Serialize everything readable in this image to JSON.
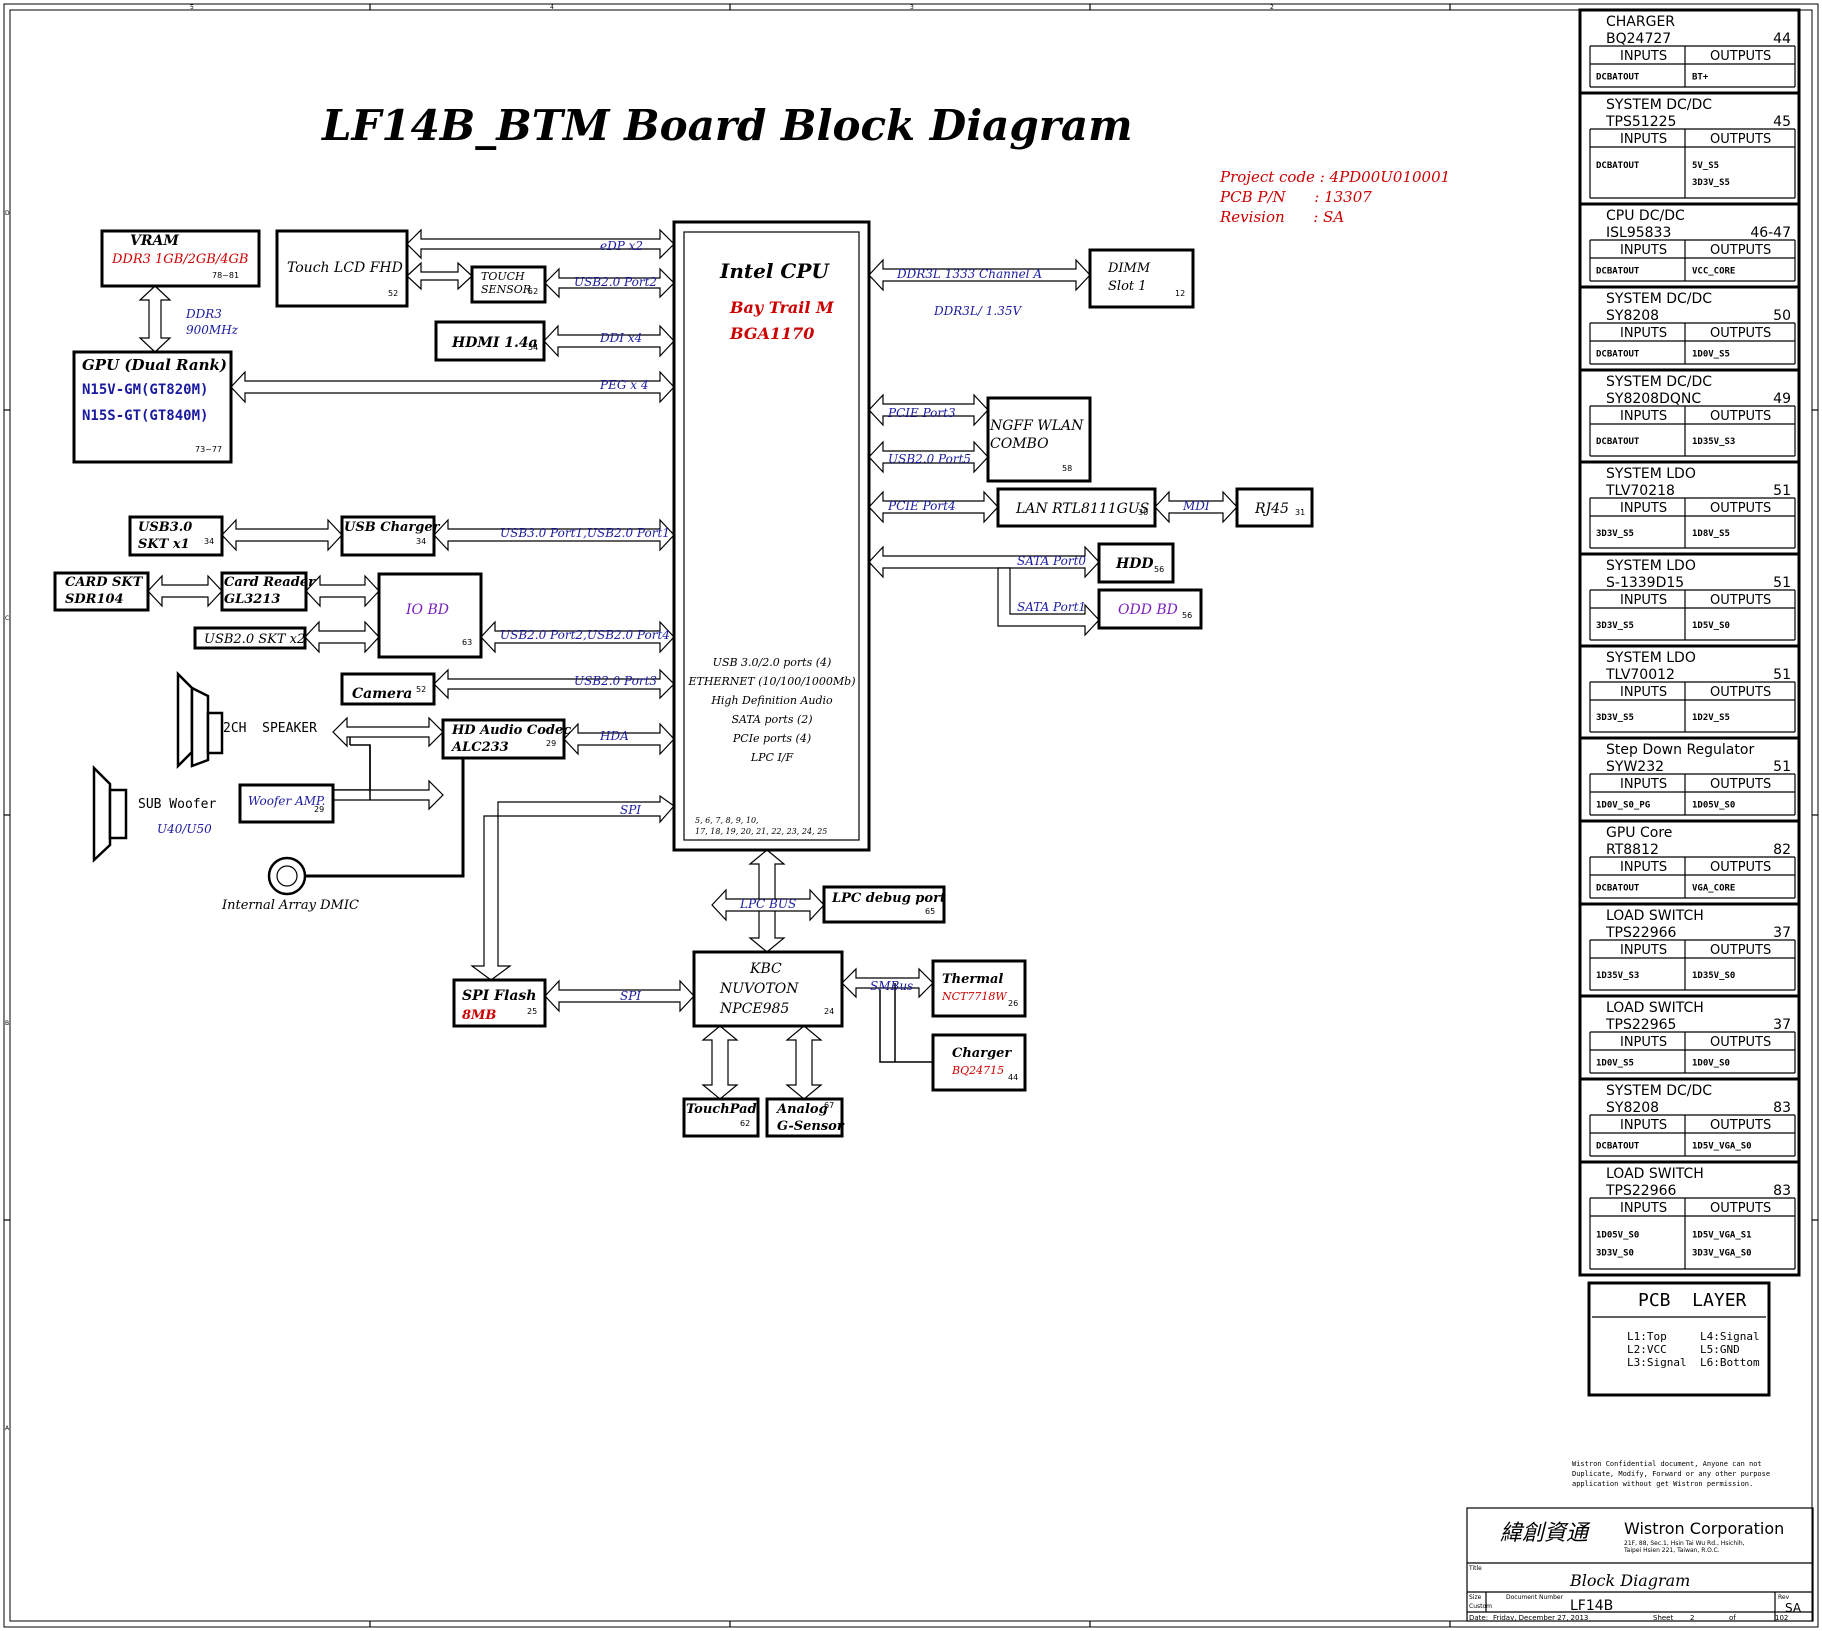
{
  "title": "LF14B_BTM  Board Block Diagram",
  "project_info": [
    "Project code : 4PD00U010001",
    "PCB P/N      : 13307",
    "Revision      : SA"
  ],
  "border_cols": [
    "5",
    "4",
    "3",
    "2"
  ],
  "border_rows": [
    "D",
    "C",
    "B",
    "A"
  ],
  "blocks": {
    "vram": {
      "title": "VRAM",
      "sub": "DDR3 1GB/2GB/4GB",
      "page": "78~81"
    },
    "ddr3_link": [
      "DDR3",
      "900MHz"
    ],
    "gpu": {
      "title": "GPU (Dual Rank)",
      "line1": "N15V-GM(GT820M)",
      "line2": "N15S-GT(GT840M)",
      "page": "73~77"
    },
    "touch_lcd": {
      "title": "Touch LCD FHD",
      "page": "52"
    },
    "touch_sensor": {
      "line1": "TOUCH",
      "line2": "SENSOR",
      "page": "52"
    },
    "hdmi": {
      "title": "HDMI 1.4a",
      "page": "54"
    },
    "cpu": {
      "title": "Intel CPU",
      "line1": "Bay Trail M",
      "line2": "BGA1170",
      "features": [
        "USB 3.0/2.0 ports (4)",
        "ETHERNET (10/100/1000Mb)",
        "High Definition Audio",
        "SATA ports (2)",
        "PCIe ports (4)",
        "LPC I/F"
      ],
      "pages": [
        "5, 6, 7, 8, 9, 10,",
        "17, 18, 19, 20, 21, 22, 23, 24, 25"
      ]
    },
    "dimm": {
      "line1": "DIMM",
      "line2": "Slot 1",
      "page": "12"
    },
    "ngff": {
      "line1": "NGFF WLAN",
      "line2": "COMBO",
      "page": "58"
    },
    "lan": {
      "title": "LAN RTL8111GUS",
      "page": "30"
    },
    "rj45": {
      "title": "RJ45",
      "page": "31"
    },
    "hdd": {
      "title": "HDD",
      "page": "56"
    },
    "odd": {
      "title": "ODD BD",
      "page": "56"
    },
    "usb30_skt": {
      "line1": "USB3.0",
      "line2": "SKT x1",
      "page": "34"
    },
    "usb_charger": {
      "title": "USB Charger",
      "page": "34"
    },
    "card_skt": {
      "line1": "CARD SKT",
      "line2": "SDR104"
    },
    "card_reader": {
      "line1": "Card Reader",
      "line2": "GL3213"
    },
    "io_bd": {
      "title": "IO BD",
      "page": "63"
    },
    "usb20_skt": {
      "title": "USB2.0 SKT x2"
    },
    "camera": {
      "title": "Camera",
      "page": "52"
    },
    "speaker": {
      "title": "2CH  SPEAKER"
    },
    "audio": {
      "line1": "HD Audio Codec",
      "line2": "ALC233",
      "page": "29"
    },
    "woofer": {
      "title": "SUB Woofer",
      "sub": "U40/U50"
    },
    "woofer_amp": {
      "title": "Woofer AMP.",
      "page": "29"
    },
    "dmic": {
      "title": "Internal Array DMIC"
    },
    "spi_flash": {
      "title": "SPI Flash",
      "sub": "8MB",
      "page": "25"
    },
    "kbc": {
      "line1": "KBC",
      "line2": "NUVOTON",
      "line3": "NPCE985",
      "page": "24"
    },
    "lpc_debug": {
      "title": "LPC debug  port",
      "page": "65"
    },
    "thermal": {
      "title": "Thermal",
      "sub": "NCT7718W",
      "page": "26"
    },
    "charger": {
      "title": "Charger",
      "sub": "BQ24715",
      "page": "44"
    },
    "touchpad": {
      "title": "TouchPad",
      "page": "62"
    },
    "gsensor": {
      "line1": "Analog",
      "line2": "G-Sensor",
      "page": "67"
    }
  },
  "buses": {
    "edp": "eDP x2",
    "usb_p2": "USB2.0 Port2",
    "ddi": "DDI x4",
    "peg": "PEG x 4",
    "ddr3l_a": "DDR3L 1333 Channel A",
    "ddr3l_v": "DDR3L/ 1.35V",
    "pcie3": "PCIE Port3",
    "usb_p5": "USB2.0 Port5",
    "pcie4": "PCIE Port4",
    "mdi": "MDI",
    "sata0": "SATA Port0",
    "sata1": "SATA Port1",
    "usb_p1": "USB3.0 Port1,USB2.0 Port1",
    "usb_p24": "USB2.0 Port2,USB2.0 Port4",
    "usb_p3": "USB2.0 Port3",
    "hda": "HDA",
    "spi_cpu": "SPI",
    "lpc": "LPC BUS",
    "spi_kbc": "SPI",
    "smbus": "SMBus"
  },
  "power_table": [
    {
      "title": "CHARGER",
      "part": "BQ24727",
      "page": "44",
      "in": [
        "DCBATOUT"
      ],
      "out": [
        "BT+"
      ]
    },
    {
      "title": "SYSTEM DC/DC",
      "part": "TPS51225",
      "page": "45",
      "in": [
        "DCBATOUT"
      ],
      "out": [
        "5V_S5",
        "3D3V_S5"
      ]
    },
    {
      "title": "CPU DC/DC",
      "part": "ISL95833",
      "page": "46-47",
      "in": [
        "DCBATOUT"
      ],
      "out": [
        "VCC_CORE"
      ]
    },
    {
      "title": "SYSTEM DC/DC",
      "part": "SY8208",
      "page": "50",
      "in": [
        "DCBATOUT"
      ],
      "out": [
        "1D0V_S5"
      ]
    },
    {
      "title": "SYSTEM DC/DC",
      "part": "SY8208DQNC",
      "page": "49",
      "in": [
        "DCBATOUT"
      ],
      "out": [
        "1D35V_S3"
      ]
    },
    {
      "title": "SYSTEM LDO",
      "part": "TLV70218",
      "page": "51",
      "in": [
        "3D3V_S5"
      ],
      "out": [
        "1D8V_S5"
      ]
    },
    {
      "title": "SYSTEM LDO",
      "part": "S-1339D15",
      "page": "51",
      "in": [
        "3D3V_S5"
      ],
      "out": [
        "1D5V_S0"
      ]
    },
    {
      "title": "SYSTEM LDO",
      "part": "TLV70012",
      "page": "51",
      "in": [
        "3D3V_S5"
      ],
      "out": [
        "1D2V_S5"
      ]
    },
    {
      "title": "Step Down Regulator",
      "part": "SYW232",
      "page": "51",
      "in": [
        "1D0V_S0_PG"
      ],
      "out": [
        "1D05V_S0"
      ]
    },
    {
      "title": "GPU Core",
      "part": "RT8812",
      "page": "82",
      "in": [
        "DCBATOUT"
      ],
      "out": [
        "VGA_CORE"
      ]
    },
    {
      "title": "LOAD SWITCH",
      "part": "TPS22966",
      "page": "37",
      "in": [
        "1D35V_S3"
      ],
      "out": [
        "1D35V_S0"
      ]
    },
    {
      "title": "LOAD SWITCH",
      "part": "TPS22965",
      "page": "37",
      "in": [
        "1D0V_S5"
      ],
      "out": [
        "1D0V_S0"
      ]
    },
    {
      "title": "SYSTEM DC/DC",
      "part": "SY8208",
      "page": "83",
      "in": [
        "DCBATOUT"
      ],
      "out": [
        "1D5V_VGA_S0"
      ]
    },
    {
      "title": "LOAD SWITCH",
      "part": "TPS22966",
      "page": "83",
      "in": [
        "1D05V_S0",
        "3D3V_S0"
      ],
      "out": [
        "1D5V_VGA_S1",
        "3D3V_VGA_S0"
      ]
    }
  ],
  "table_labels": {
    "inputs": "INPUTS",
    "outputs": "OUTPUTS"
  },
  "pcb_layer": {
    "title": "PCB  LAYER",
    "left": [
      "L1:Top",
      "L2:VCC",
      "L3:Signal"
    ],
    "right": [
      "L4:Signal",
      "L5:GND",
      "L6:Bottom"
    ]
  },
  "confidential": [
    "Wistron Confidential document, Anyone can not",
    "Duplicate, Modify, Forward or any other purpose",
    "application without get Wistron permission."
  ],
  "title_block": {
    "chinese": "緯創資通",
    "company": "Wistron Corporation",
    "address1": "21F, 88, Sec.1, Hsin Tai Wu Rd., Hsichih,",
    "address2": "Taipei Hsien 221, Taiwan, R.O.C.",
    "title_label": "Title",
    "title": "Block Diagram",
    "size_label": "Size",
    "size": "Custom",
    "doc_label": "Document Number",
    "doc": "LF14B",
    "rev_label": "Rev",
    "rev": "SA",
    "date_label": "Date:",
    "date": "Friday, December 27, 2013",
    "sheet_label": "Sheet",
    "sheet": "2",
    "of_label": "of",
    "total": "102"
  }
}
